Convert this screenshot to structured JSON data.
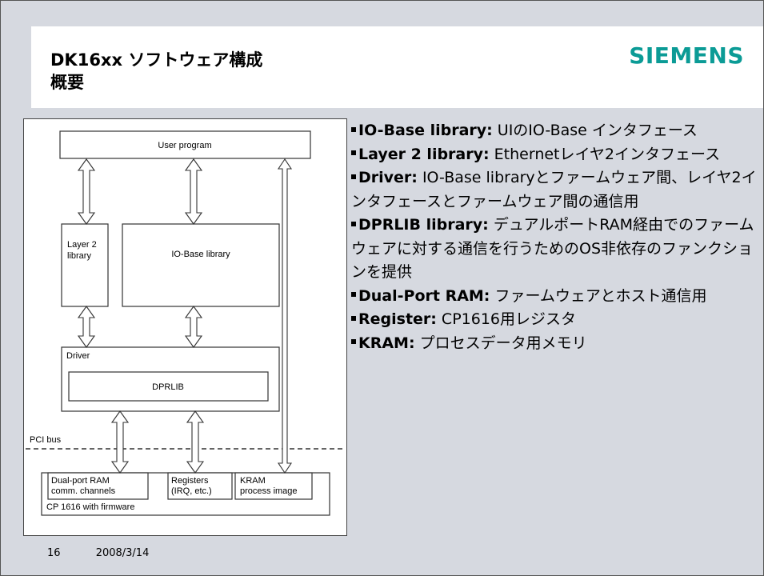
{
  "header": {
    "title": "DK16xx ソフトウェア構成\n概要",
    "logo": "SIEMENS",
    "logo_color": "#0b9b96"
  },
  "diagram": {
    "user_program": "User program",
    "layer2_line1": "Layer 2",
    "layer2_line2": "library",
    "iobase": "IO-Base library",
    "driver": "Driver",
    "dprlib": "DPRLIB",
    "pci_bus": "PCI bus",
    "dpram_line1": "Dual-port RAM",
    "dpram_line2": "comm. channels",
    "registers_line1": "Registers",
    "registers_line2": "(IRQ, etc.)",
    "kram_line1": "KRAM",
    "kram_line2": "process image",
    "cp1616": "CP 1616 with firmware"
  },
  "bullets": [
    {
      "kw": "IO-Base library:",
      "text": " UIのIO-Base インタフェース"
    },
    {
      "kw": "Layer 2 library:",
      "text": " Ethernetレイヤ2インタフェース"
    },
    {
      "kw": "Driver:",
      "text": " IO-Base libraryとファームウェア間、レイヤ2インタフェースとファームウェア間の通信用"
    },
    {
      "kw": "DPRLIB library:",
      "text": " デュアルポートRAM経由でのファームウェアに対する通信を行うためのOS非依存のファンクションを提供"
    },
    {
      "kw": "Dual-Port RAM:",
      "text": " ファームウェアとホスト通信用"
    },
    {
      "kw": "Register:",
      "text": " CP1616用レジスタ"
    },
    {
      "kw": "KRAM:",
      "text": " プロセスデータ用メモリ"
    }
  ],
  "footer": {
    "page_number": "16",
    "date": "2008/3/14"
  }
}
